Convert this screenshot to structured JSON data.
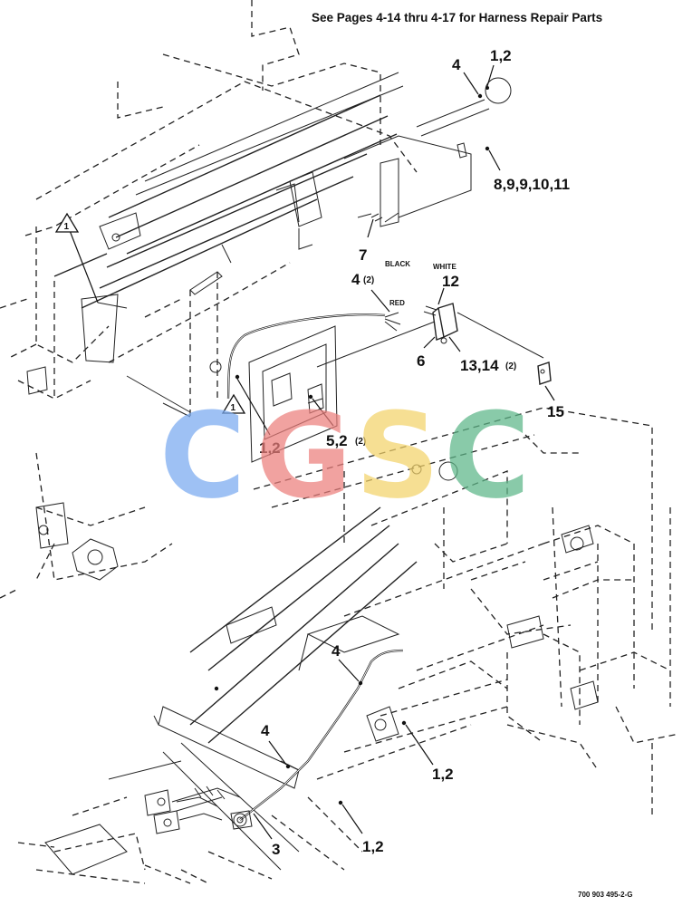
{
  "header_note": "See Pages 4-14 thru 4-17 for Harness Repair Parts",
  "figure_code": "700 903 495-2-G",
  "watermark": {
    "letters": [
      "C",
      "G",
      "S",
      "C"
    ],
    "colors": [
      "#7aaaf0",
      "#ec7f7c",
      "#f3d36a",
      "#5db688"
    ]
  },
  "reference_flags": [
    "1",
    "1"
  ],
  "wire_labels": {
    "black": "BLACK",
    "white": "WHITE",
    "red": "RED"
  },
  "callouts": [
    {
      "id": "c-4-top",
      "text": "4"
    },
    {
      "id": "c-12-top",
      "text": "1,2"
    },
    {
      "id": "c-891011",
      "text": "8,9,9,10,11"
    },
    {
      "id": "c-7",
      "text": "7"
    },
    {
      "id": "c-4-mid",
      "text": "4",
      "qty": "(2)"
    },
    {
      "id": "c-12-sw",
      "text": "12"
    },
    {
      "id": "c-6",
      "text": "6"
    },
    {
      "id": "c-1314",
      "text": "13,14",
      "qty": "(2)"
    },
    {
      "id": "c-15",
      "text": "15"
    },
    {
      "id": "c-12-left",
      "text": "1,2"
    },
    {
      "id": "c-52",
      "text": "5,2",
      "qty": "(2)"
    },
    {
      "id": "c-4-lower",
      "text": "4"
    },
    {
      "id": "c-4-bottom",
      "text": "4"
    },
    {
      "id": "c-12-right",
      "text": "1,2"
    },
    {
      "id": "c-3",
      "text": "3"
    },
    {
      "id": "c-12-bottom",
      "text": "1,2"
    }
  ]
}
